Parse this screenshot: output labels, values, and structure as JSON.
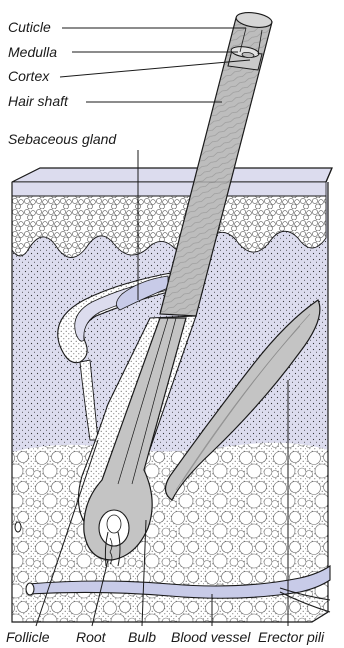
{
  "figure": {
    "labels": {
      "cuticle": "Cuticle",
      "medulla": "Medulla",
      "cortex": "Cortex",
      "hair_shaft": "Hair shaft",
      "sebaceous_gland": "Sebaceous gland",
      "follicle": "Follicle",
      "root": "Root",
      "bulb": "Bulb",
      "blood_vessel": "Blood vessel",
      "erector_pili": "Erector pili"
    },
    "colors": {
      "tissue_lilac": "#dcdcee",
      "hair_grey": "#b9b9b9",
      "gland_blue": "#c8cbe8",
      "fat_white": "#ffffff",
      "ink": "#1a1a1a"
    }
  }
}
